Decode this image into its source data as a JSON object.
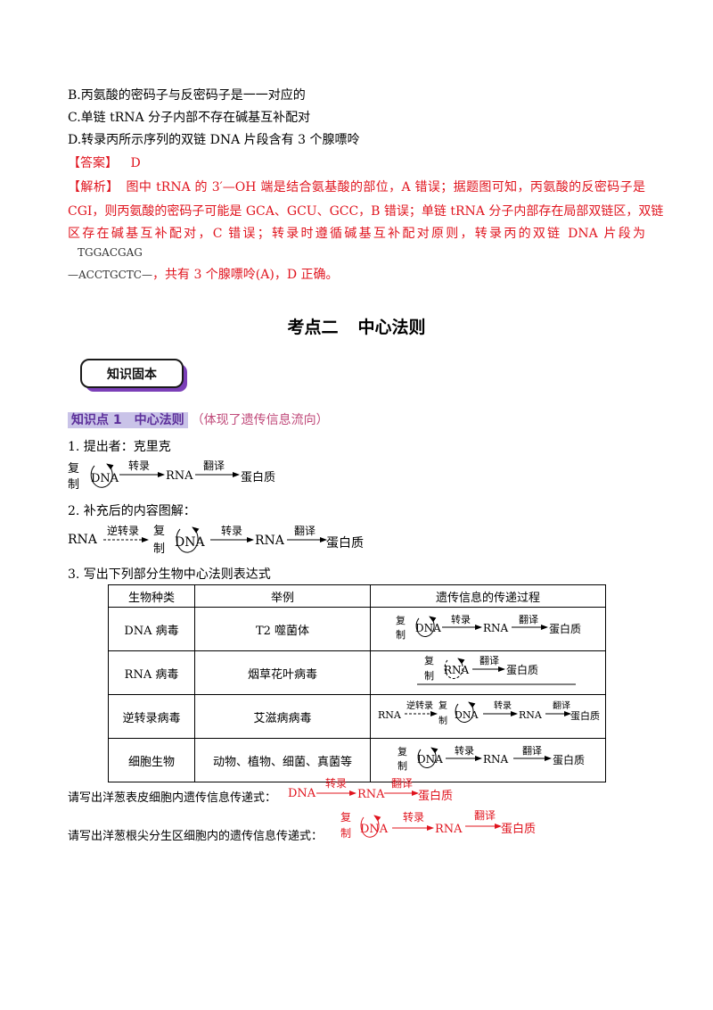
{
  "options": [
    "B.丙氨酸的密码子与反密码子是一一对应的",
    "C.单链 tRNA 分子内部不存在碱基互补配对",
    "D.转录丙所示序列的双链 DNA 片段含有 3 个腺嘌呤"
  ],
  "answer": {
    "label": "【答案】",
    "value": "D"
  },
  "analysis": {
    "label": "【解析】",
    "line1": "图中 tRNA 的 3′—OH 端是结合氨基酸的部位，A 错误；据题图可知，丙氨酸的反密码子是",
    "line2": "CGI，则丙氨酸的密码子可能是 GCA、GCU、GCC，B 错误；单链 tRNA 分子内部存在局部双链区，双链",
    "line3": "区存在碱基互补配对，C 错误；转录时遵循碱基互补配对原则，转录丙的双链 DNA 片段为",
    "seq_top": "TGGACGAG",
    "seq_bottom": "—ACCTGCTC—",
    "tail": "，共有 3 个腺嘌呤(A)，D 正确。"
  },
  "section_title": {
    "part1": "考点二",
    "part2": "中心法则"
  },
  "badge": "知识固本",
  "knowledge_point": {
    "label": "知识点 1　中心法则",
    "note": "（体现了遗传信息流向）"
  },
  "items": {
    "item1": "1. 提出者：克里克",
    "item2": "2. 补充后的内容图解：",
    "item3": "3. 写出下列部分生物中心法则表达式"
  },
  "terms": {
    "replicate_1": "复",
    "replicate_2": "制",
    "dna": "DNA",
    "rna": "RNA",
    "protein": "蛋白质",
    "transcribe": "转录",
    "translate": "翻译",
    "reverse": "逆转录"
  },
  "table": {
    "headers": [
      "生物种类",
      "举例",
      "遗传信息的传递过程"
    ],
    "rows": [
      {
        "kind": "DNA 病毒",
        "example": "T2 噬菌体"
      },
      {
        "kind": "RNA 病毒",
        "example": "烟草花叶病毒"
      },
      {
        "kind": "逆转录病毒",
        "example": "艾滋病病毒"
      },
      {
        "kind": "细胞生物",
        "example": "动物、植物、细菌、真菌等"
      }
    ]
  },
  "questions": {
    "q1": "请写出洋葱表皮细胞内遗传信息传递式：",
    "q2": "请写出洋葱根尖分生区细胞内的遗传信息传递式："
  },
  "colors": {
    "answer_red": "#e0141e",
    "badge_purple": "#7b3fb8",
    "highlight": "#c9c3e8"
  }
}
